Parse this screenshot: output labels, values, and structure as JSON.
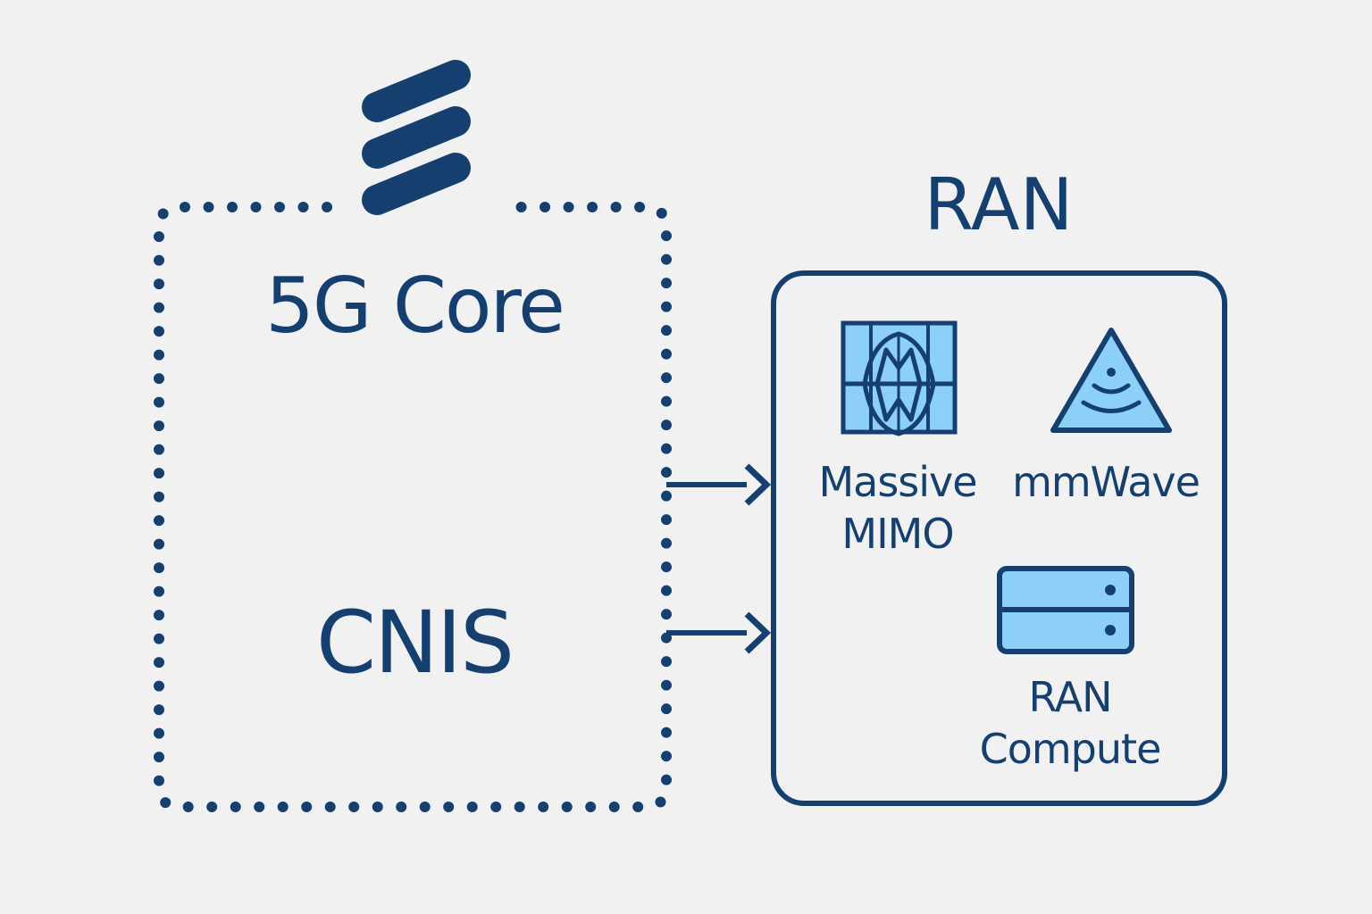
{
  "colors": {
    "background": "#f1f1f1",
    "primary": "#143f6e",
    "accent_fill": "#8ccff7"
  },
  "logo": {
    "icon": "ericsson-logo-icon"
  },
  "core": {
    "title": "5G Core",
    "platform": "CNIS"
  },
  "ran": {
    "title": "RAN",
    "items": [
      {
        "icon": "massive-mimo-antenna-icon",
        "label_lines": [
          "Massive",
          "MIMO"
        ]
      },
      {
        "icon": "mmwave-triangle-icon",
        "label_lines": [
          "mmWave"
        ]
      },
      {
        "icon": "server-icon",
        "label_lines": [
          "RAN",
          "Compute"
        ]
      }
    ]
  },
  "connectors": [
    {
      "from": "5G Core",
      "to": "RAN"
    },
    {
      "from": "CNIS",
      "to": "RAN"
    }
  ]
}
